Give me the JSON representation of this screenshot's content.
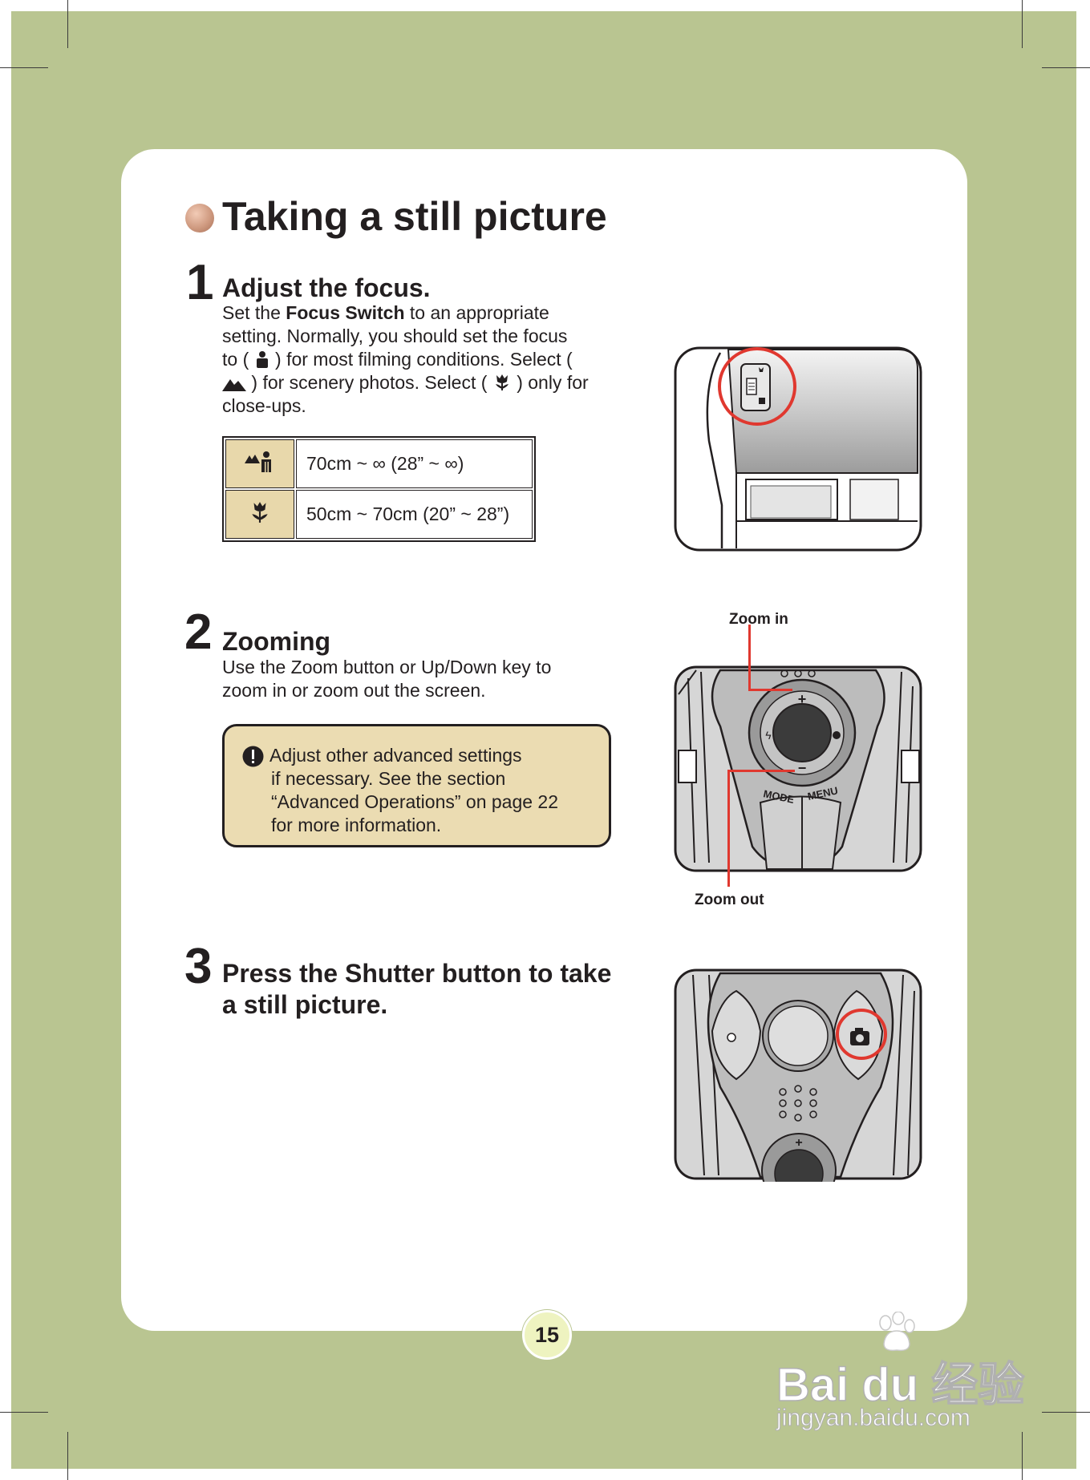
{
  "title": "Taking a still picture",
  "steps": [
    {
      "number": "1",
      "title": "Adjust the focus.",
      "body": {
        "l1_pre": "Set the ",
        "l1_bold": "Focus Switch",
        "l1_post": " to an appropriate",
        "l2": "setting. Normally, you should set the focus",
        "l3_pre": "to (",
        "l3_post": ") for most filming conditions. Select (",
        "l4_pre": "",
        "l4_mid": ") for scenery photos. Select (",
        "l4_post": ") only for",
        "l5": "close-ups."
      },
      "table": [
        {
          "icon": "landscape-portrait-icon",
          "value": "70cm ~ ∞  (28” ~ ∞)"
        },
        {
          "icon": "tulip-macro-icon",
          "value": "50cm ~ 70cm  (20” ~ 28”)"
        }
      ]
    },
    {
      "number": "2",
      "title": "Zooming",
      "body": {
        "l1": "Use the Zoom button or Up/Down key to",
        "l2": "zoom in or zoom out the screen."
      },
      "note": {
        "l1": "Adjust other advanced settings",
        "l2": "if necessary. See the section",
        "l3": "“Advanced Operations” on page 22",
        "l4": "for more information."
      },
      "callouts": {
        "zoom_in": "Zoom in",
        "zoom_out": "Zoom out"
      },
      "button_labels": {
        "mode": "MODE",
        "menu": "MENU"
      }
    },
    {
      "number": "3",
      "title_l1": "Press the Shutter button to take",
      "title_l2": "a still picture."
    }
  ],
  "page_number": "15",
  "watermark": {
    "brand": "Bai du 经验",
    "url": "jingyan.baidu.com"
  },
  "colors": {
    "background": "#b9c591",
    "callout_red": "#e0382f",
    "table_icon_bg": "#e8d8ab",
    "note_bg": "#ebdcb2"
  }
}
